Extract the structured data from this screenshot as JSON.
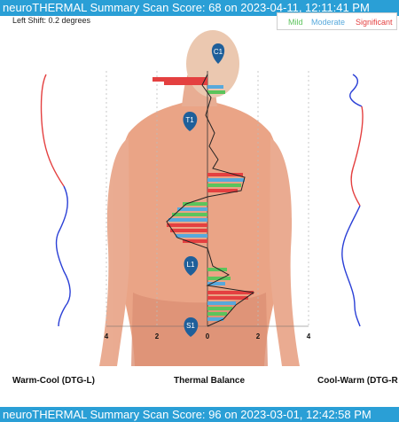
{
  "scan_current": {
    "title": "neuroTHERMAL Summary Scan Score: 68 on 2023-04-11, 12:11:41 PM"
  },
  "shift_label": "Left Shift: 0.2 degrees",
  "legend": {
    "mild": "Mild",
    "moderate": "Moderate",
    "significant": "Significant",
    "mild_color": "#5cc45c",
    "moderate_color": "#57a9dc",
    "significant_color": "#e44040"
  },
  "markers": [
    "C1",
    "T1",
    "L1",
    "S1"
  ],
  "axis": {
    "ticks": [
      "4",
      "2",
      "0",
      "2",
      "4"
    ]
  },
  "labels": {
    "left": "Warm-Cool (DTG-L)",
    "center": "Thermal Balance",
    "right": "Cool-Warm (DTG-R"
  },
  "scan_previous": {
    "title": "neuroTHERMAL Summary Scan Score: 96 on 2023-03-01, 12:42:58 PM"
  }
}
